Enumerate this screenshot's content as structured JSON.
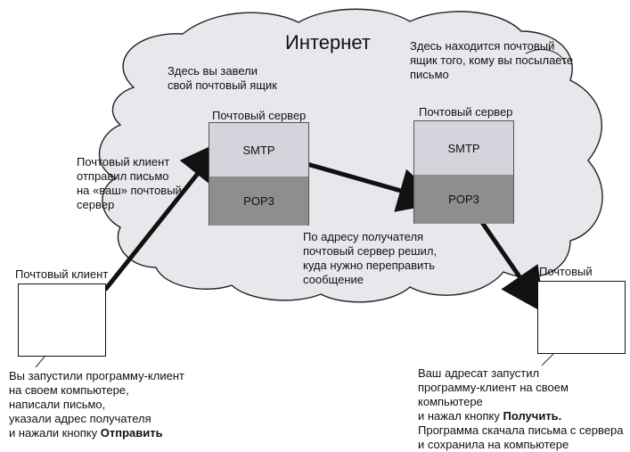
{
  "title": "Интернет",
  "left_cloud_note": "Здесь вы завели\nсвой почтовый ящик",
  "right_cloud_note": "Здесь находится почтовый\nящик того, кому вы посылаете\nписьмо",
  "server_left": {
    "label": "Почтовый сервер",
    "smtp": "SMTP",
    "pop3": "POP3"
  },
  "server_right": {
    "label": "Почтовый сервер",
    "smtp": "SMTP",
    "pop3": "POP3"
  },
  "client_sent_note": "Почтовый клиент\nотправил письмо\nна «ваш» почтовый\nсервер",
  "routing_note": "По адресу получателя\nпочтовый сервер решил,\nкуда нужно переправить\nсообщение",
  "client_left_label": "Почтовый клиент",
  "client_right_label": "Почтовый клиент",
  "left_caption": {
    "text": "Вы запустили программу-клиент\nна своем компьютере,\nнаписали письмо,\nуказали адрес получателя\nи нажали кнопку ",
    "bold": "Отправить"
  },
  "right_caption": {
    "line1": "Ваш адресат запустил\nпрограмму-клиент на своем компьютере\nи нажал кнопку ",
    "bold": "Получить.",
    "line2": "\nПрограмма скачала письма с сервера\nи сохранила на компьютере"
  }
}
